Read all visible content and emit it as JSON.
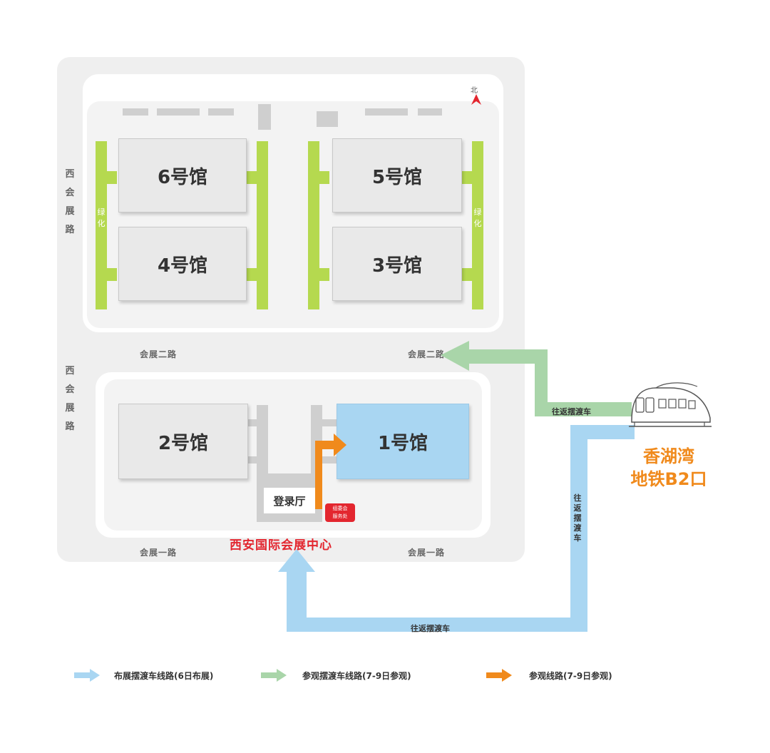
{
  "halls": {
    "h6": "6号馆",
    "h5": "5号馆",
    "h4": "4号馆",
    "h3": "3号馆",
    "h2": "2号馆",
    "h1": "1号馆"
  },
  "north": "北",
  "roads": {
    "west_road_1": "西会展路",
    "west_road_2": "西会展路",
    "second_road_left": "会展二路",
    "second_road_right": "会展二路",
    "first_road_left": "会展一路",
    "first_road_right": "会展一路"
  },
  "greenery": {
    "left": "绿化",
    "right": "绿化"
  },
  "registration_hall": "登录厅",
  "service_point": {
    "line1": "组委会",
    "line2": "服务处"
  },
  "center_name": "西安国际会展中心",
  "metro": {
    "line1": "香湖湾",
    "line2": "地铁B2口"
  },
  "shuttle_labels": {
    "green": "往返摆渡车",
    "blue_vertical": "往返摆渡车",
    "blue_bottom": "往返摆渡车"
  },
  "legend": [
    {
      "text": "布展摆渡车线路(6日布展)",
      "color": "#a9d6f2"
    },
    {
      "text": "参观摆渡车线路(7-9日参观)",
      "color": "#a9d5a9"
    },
    {
      "text": "参观线路(7-9日参观)",
      "color": "#f08a1c"
    }
  ],
  "colors": {
    "blue_route": "#a9d6f2",
    "green_route": "#a9d5a9",
    "orange_route": "#f08a1c",
    "greenery": "#b5d94f",
    "center_name": "#e3262f"
  }
}
